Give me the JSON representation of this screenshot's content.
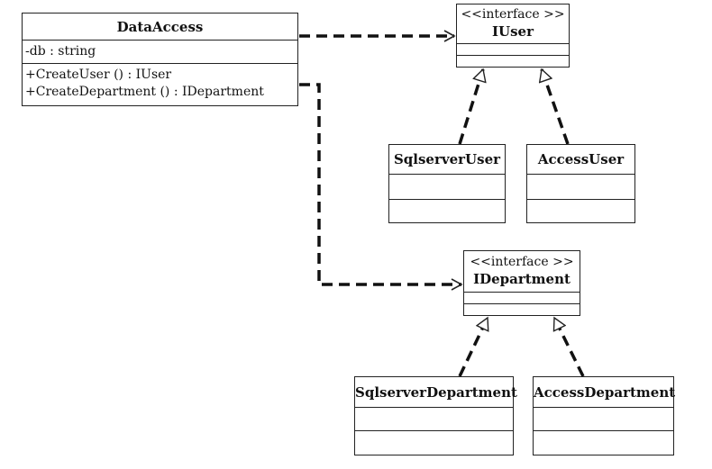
{
  "classes": {
    "data_access": {
      "name": "DataAccess",
      "attributes": [
        "-db : string"
      ],
      "operations": [
        "+CreateUser () : IUser",
        "+CreateDepartment () : IDepartment"
      ]
    },
    "iuser": {
      "stereotype": "<<interface >>",
      "name": "IUser"
    },
    "sqlserver_user": {
      "name": "SqlserverUser"
    },
    "access_user": {
      "name": "AccessUser"
    },
    "idepartment": {
      "stereotype": "<<interface >>",
      "name": "IDepartment"
    },
    "sqlserver_department": {
      "name": "SqlserverDepartment"
    },
    "access_department": {
      "name": "AccessDepartment"
    }
  }
}
